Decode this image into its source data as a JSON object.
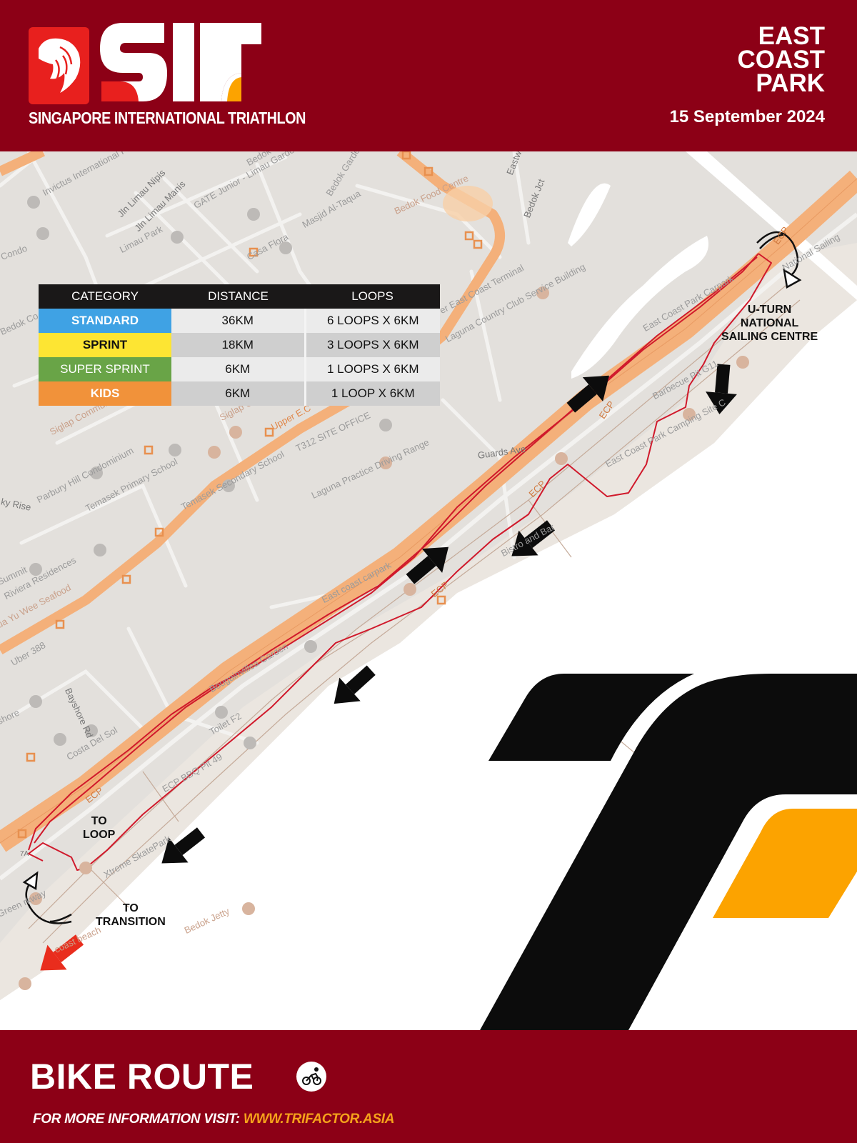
{
  "header": {
    "logo_text": "SIT",
    "logo_subtitle": "SINGAPORE INTERNATIONAL TRIATHLON",
    "venue_lines": [
      "EAST",
      "COAST",
      "PARK"
    ],
    "date": "15 September 2024"
  },
  "table": {
    "headers": [
      "CATEGORY",
      "DISTANCE",
      "LOOPS"
    ],
    "rows": [
      {
        "category": "STANDARD",
        "distance": "36KM",
        "loops": "6 LOOPS X 6KM",
        "color": "#3fa2e4",
        "text_color": "#ffffff"
      },
      {
        "category": "SPRINT",
        "distance": "18KM",
        "loops": "3 LOOPS X 6KM",
        "color": "#fde533",
        "text_color": "#111111"
      },
      {
        "category": "SUPER SPRINT",
        "distance": "6KM",
        "loops": "1 LOOPS X 6KM",
        "color": "#69a447",
        "text_color": "#ffffff"
      },
      {
        "category": "KIDS",
        "distance": "6KM",
        "loops": "1 LOOP X 6KM",
        "color": "#f1923a",
        "text_color": "#ffffff"
      }
    ]
  },
  "map": {
    "annotations": {
      "uturn": [
        "U-TURN",
        "NATIONAL",
        "SAILING CENTRE"
      ],
      "to_loop": [
        "TO",
        "LOOP"
      ],
      "to_transition": [
        "TO",
        "TRANSITION"
      ]
    },
    "place_labels": {
      "invictus": "Invictus International Preschool Grandeur...",
      "jln_nipis": "Jln Limau Nipis",
      "jln_manis": "Jln Limau Manis",
      "gate": "GATE Junior - Limau Garden",
      "limau_park": "Limau Park",
      "casa_flora": "Casa Flora",
      "bedok_garden": "Bedok Garden",
      "masjid": "Masjid Al-Taqua",
      "bedok_food": "Bedok Food Centre",
      "bedok_jct": "Bedok Jct",
      "eastwood": "Eastwood",
      "bedok_met": "Bedok Met",
      "condo": "Condo",
      "bedok_co": "Bedok Co",
      "east_coast_terminal": "er East Coast Terminal",
      "laguna_cc": "Laguna Country Club Service Building",
      "siglap_farm": "Siglap Community Farm",
      "siglap_comm": "Siglap Comm",
      "upper_ec": "Upper E.C",
      "parbury": "Parbury Hill Condominium",
      "temasek_primary": "Temasek Primary School",
      "temasek_secondary": "Temasek Secondary School",
      "t312": "T312 SITE OFFICE",
      "laguna_range": "Laguna Practice Driving Range",
      "guards_ave": "Guards Ave",
      "sky_rise": "ky Rise",
      "summit": "Summit",
      "riviera": "Riviera Residences",
      "seafood": "ua Yu Wee Seafood",
      "uber": "Uber 388",
      "bayshore_rd": "Bayshore Rd",
      "shore": "shore",
      "costa": "Costa Del Sol",
      "ec_carpark": "East coast carpark",
      "ecp_carpark": "East Coast Park Carpark",
      "bougainvillea": "Bougainvillea Garden",
      "toilet": "Toilet F2",
      "bbq": "ECP BBQ Pit 49",
      "bistro": "Bistro and Bar",
      "camping": "East Coast Park Camping Site C",
      "barbecue": "Barbecue Pit G11",
      "national_sailing": "National Sailing",
      "xtreme": "Xtreme SkatePark",
      "coast_beach": "coast beach",
      "bedok_jetty": "Bedok Jetty",
      "green_parkway": "Green rkway",
      "ecp": "ECP",
      "road_7a": "7A"
    },
    "colors": {
      "land": "#e3e0dc",
      "park": "#ebe6e0",
      "expressway": "#f4b07a",
      "route": "#d0192b",
      "sea": "#ffffff"
    }
  },
  "watermark": {
    "colors": {
      "black": "#0c0c0c",
      "orange": "#fca300"
    }
  },
  "footer": {
    "title": "BIKE ROUTE",
    "bike_icon": "cyclist-icon",
    "info_prefix": "FOR MORE INFORMATION VISIT: ",
    "info_url": "WWW.TRIFACTOR.ASIA"
  }
}
